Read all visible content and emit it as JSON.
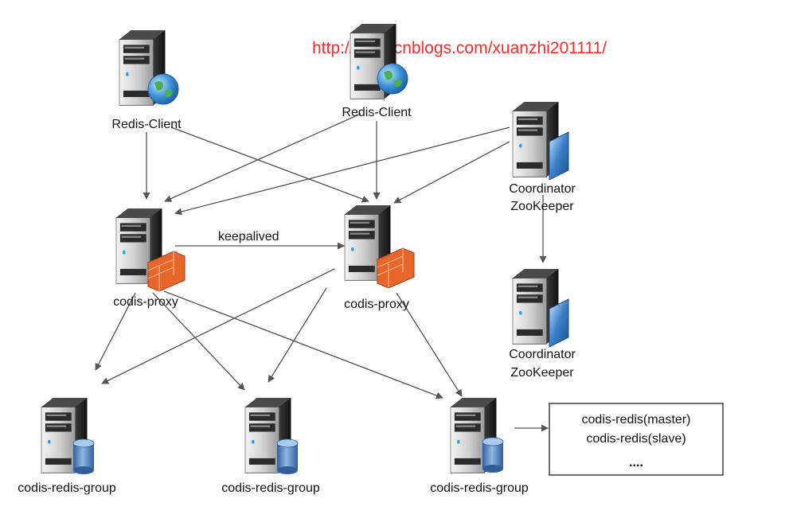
{
  "watermark": "http://www.cnblogs.com/xuanzhi201111/",
  "nodes": {
    "client1": {
      "label": "Redis-Client",
      "accessory": "globe-icon"
    },
    "client2": {
      "label": "Redis-Client",
      "accessory": "globe-icon"
    },
    "zk1": {
      "label_line1": "Coordinator",
      "label_line2": "ZooKeeper",
      "accessory": "monitor-icon"
    },
    "zk2": {
      "label_line1": "Coordinator",
      "label_line2": "ZooKeeper",
      "accessory": "monitor-icon"
    },
    "proxy1": {
      "label": "codis-proxy",
      "accessory": "firewall-icon"
    },
    "proxy2": {
      "label": "codis-proxy",
      "accessory": "firewall-icon"
    },
    "group1": {
      "label": "codis-redis-group",
      "accessory": "database-icon"
    },
    "group2": {
      "label": "codis-redis-group",
      "accessory": "database-icon"
    },
    "group3": {
      "label": "codis-redis-group",
      "accessory": "database-icon"
    }
  },
  "edge_labels": {
    "keepalived": "keepalived"
  },
  "group_detail": {
    "line1": "codis-redis(master)",
    "line2": "codis-redis(slave)",
    "line3": "...."
  },
  "colors": {
    "watermark": "#ff2a2a",
    "firewall": "#e8662a",
    "globe": "#3a8fd6",
    "database": "#4f86c6",
    "monitor": "#3a7fc8"
  }
}
